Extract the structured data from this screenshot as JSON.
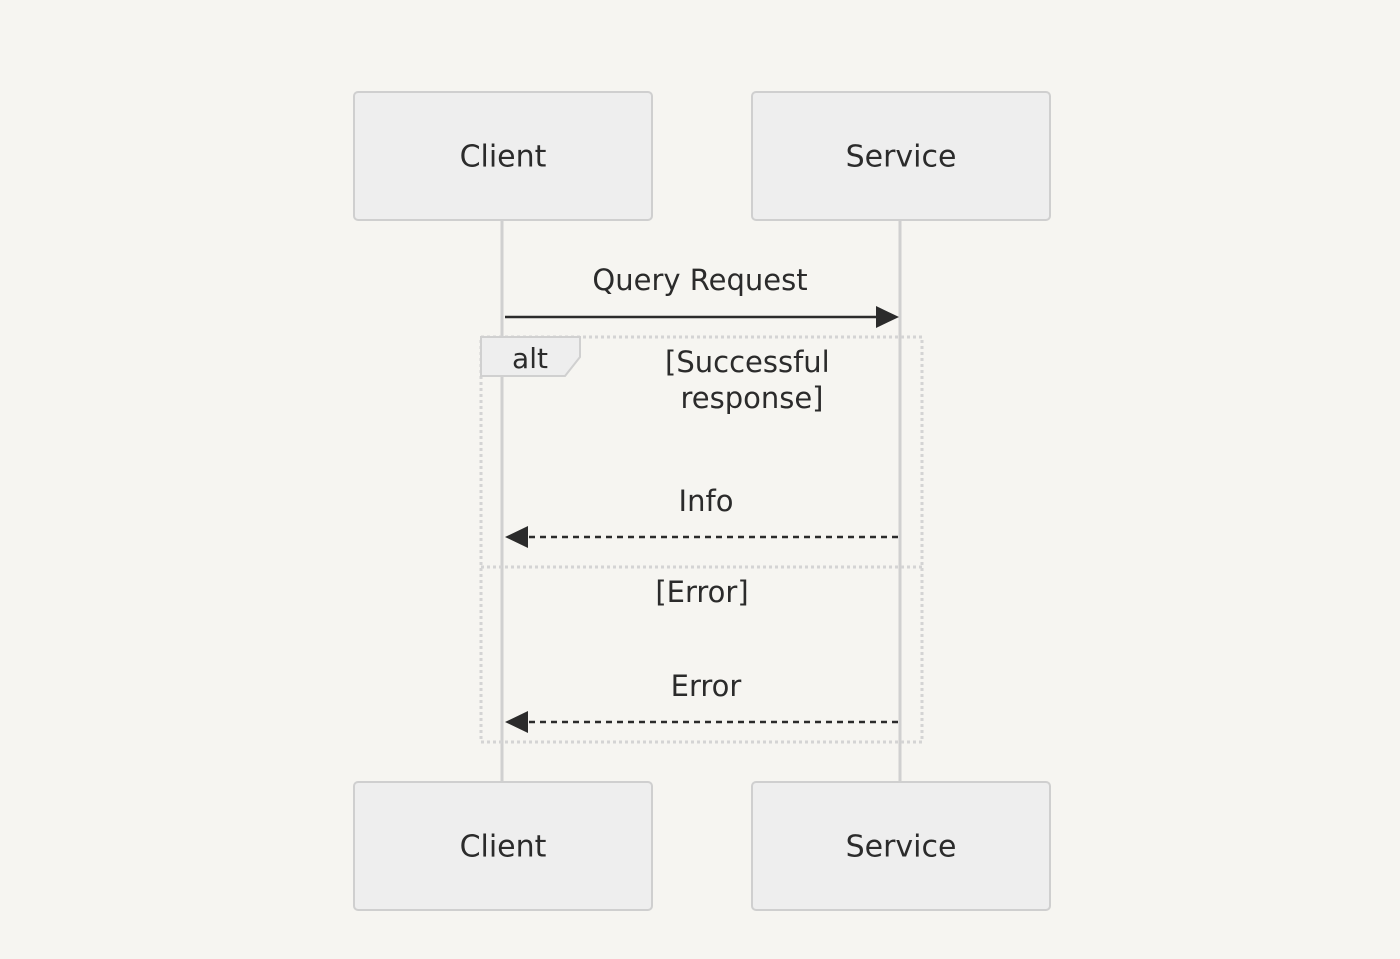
{
  "participants": [
    {
      "id": "client",
      "label": "Client"
    },
    {
      "id": "service",
      "label": "Service"
    }
  ],
  "messages": [
    {
      "id": "m1",
      "from": "client",
      "to": "service",
      "label": "Query Request",
      "style": "solid"
    },
    {
      "id": "m2",
      "from": "service",
      "to": "client",
      "label": "Info",
      "style": "dashed"
    },
    {
      "id": "m3",
      "from": "service",
      "to": "client",
      "label": "Error",
      "style": "dashed"
    }
  ],
  "alt_block": {
    "keyword": "alt",
    "sections": [
      {
        "condition_lines": [
          "[Successful",
          "response]"
        ]
      },
      {
        "condition_lines": [
          "[Error]"
        ]
      }
    ]
  },
  "colors": {
    "background": "#f6f5f1",
    "actor_fill": "#eeeeee",
    "actor_stroke": "#cfcfcf",
    "lifeline": "#d0d0d0",
    "message": "#2b2b2b",
    "frame": "#d4d4d4"
  }
}
